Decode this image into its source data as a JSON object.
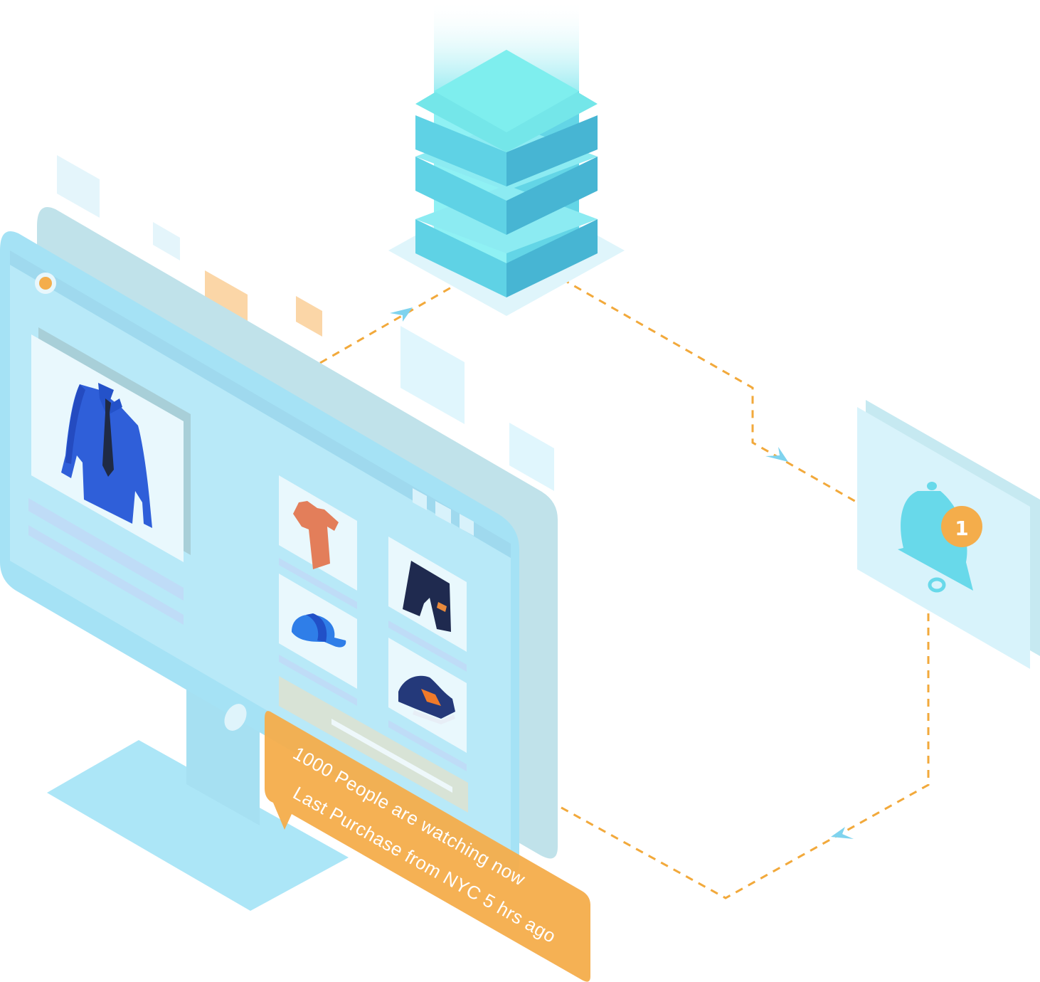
{
  "notification": {
    "line1": "1000 People are watching now",
    "line2": "Last Purchase from NYC 5 hrs ago"
  },
  "bell_badge": {
    "count": "1"
  },
  "products": {
    "featured": "shirt-with-tie",
    "grid": [
      "t-shirt",
      "shorts",
      "cap",
      "sneakers"
    ]
  },
  "colors": {
    "screen": "#aee3f6",
    "frame": "#bfe2ea",
    "server": "#6fe0ea",
    "accent_orange": "#f4ad4b",
    "dash_line": "#f2a93b",
    "shirt_blue": "#2f5fd9"
  }
}
